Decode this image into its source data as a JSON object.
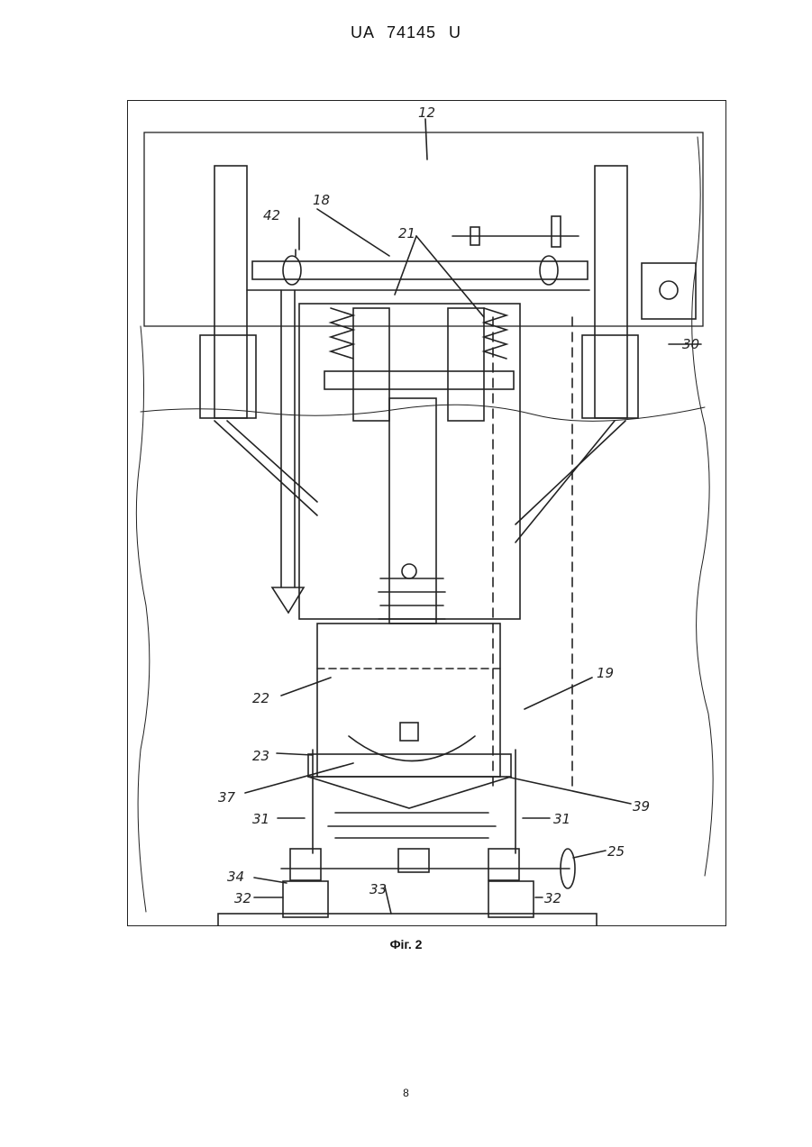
{
  "header": {
    "patent_number": "UA   74145   U"
  },
  "figure": {
    "caption": "Фіг. 2",
    "labels": {
      "l12": "12",
      "l18": "18",
      "l42": "42",
      "l21": "21",
      "l30": "30",
      "l22": "22",
      "l19": "19",
      "l23": "23",
      "l37": "37",
      "l39": "39",
      "l31a": "31",
      "l31b": "31",
      "l25": "25",
      "l34": "34",
      "l32a": "32",
      "l32b": "32",
      "l33": "33"
    }
  },
  "footer": {
    "page_number": "8"
  }
}
